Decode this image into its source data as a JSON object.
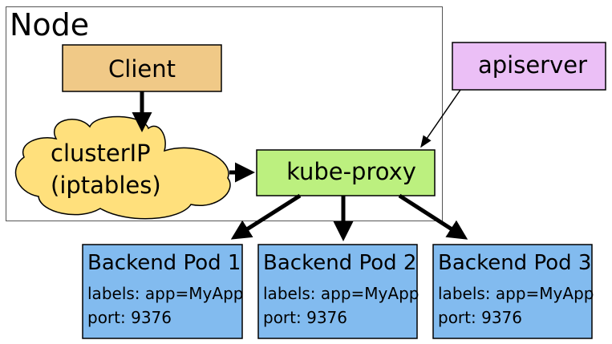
{
  "diagram": {
    "node": {
      "title": "Node"
    },
    "client": {
      "label": "Client",
      "fill": "#f0c987"
    },
    "cluster_ip": {
      "line1": "clusterIP",
      "line2": "(iptables)",
      "fill": "#ffe07c"
    },
    "kube_proxy": {
      "label": "kube-proxy",
      "fill": "#bcf07f"
    },
    "apiserver": {
      "label": "apiserver",
      "fill": "#ebbff6"
    },
    "pods": [
      {
        "title": "Backend Pod 1",
        "labels": "labels: app=MyApp",
        "port": "port: 9376"
      },
      {
        "title": "Backend Pod 2",
        "labels": "labels: app=MyApp",
        "port": "port: 9376"
      },
      {
        "title": "Backend Pod 3",
        "labels": "labels: app=MyApp",
        "port": "port: 9376"
      }
    ],
    "pod_fill": "#82bbef",
    "colors": {
      "stroke": "#000000",
      "node_border": "#555555"
    },
    "connections": [
      {
        "from": "client",
        "to": "clusterIP",
        "style": "thick"
      },
      {
        "from": "clusterIP",
        "to": "kube-proxy",
        "style": "thick"
      },
      {
        "from": "apiserver",
        "to": "kube-proxy",
        "style": "thin"
      },
      {
        "from": "kube-proxy",
        "to": "Backend Pod 1",
        "style": "thick"
      },
      {
        "from": "kube-proxy",
        "to": "Backend Pod 2",
        "style": "thick"
      },
      {
        "from": "kube-proxy",
        "to": "Backend Pod 3",
        "style": "thick"
      }
    ]
  }
}
